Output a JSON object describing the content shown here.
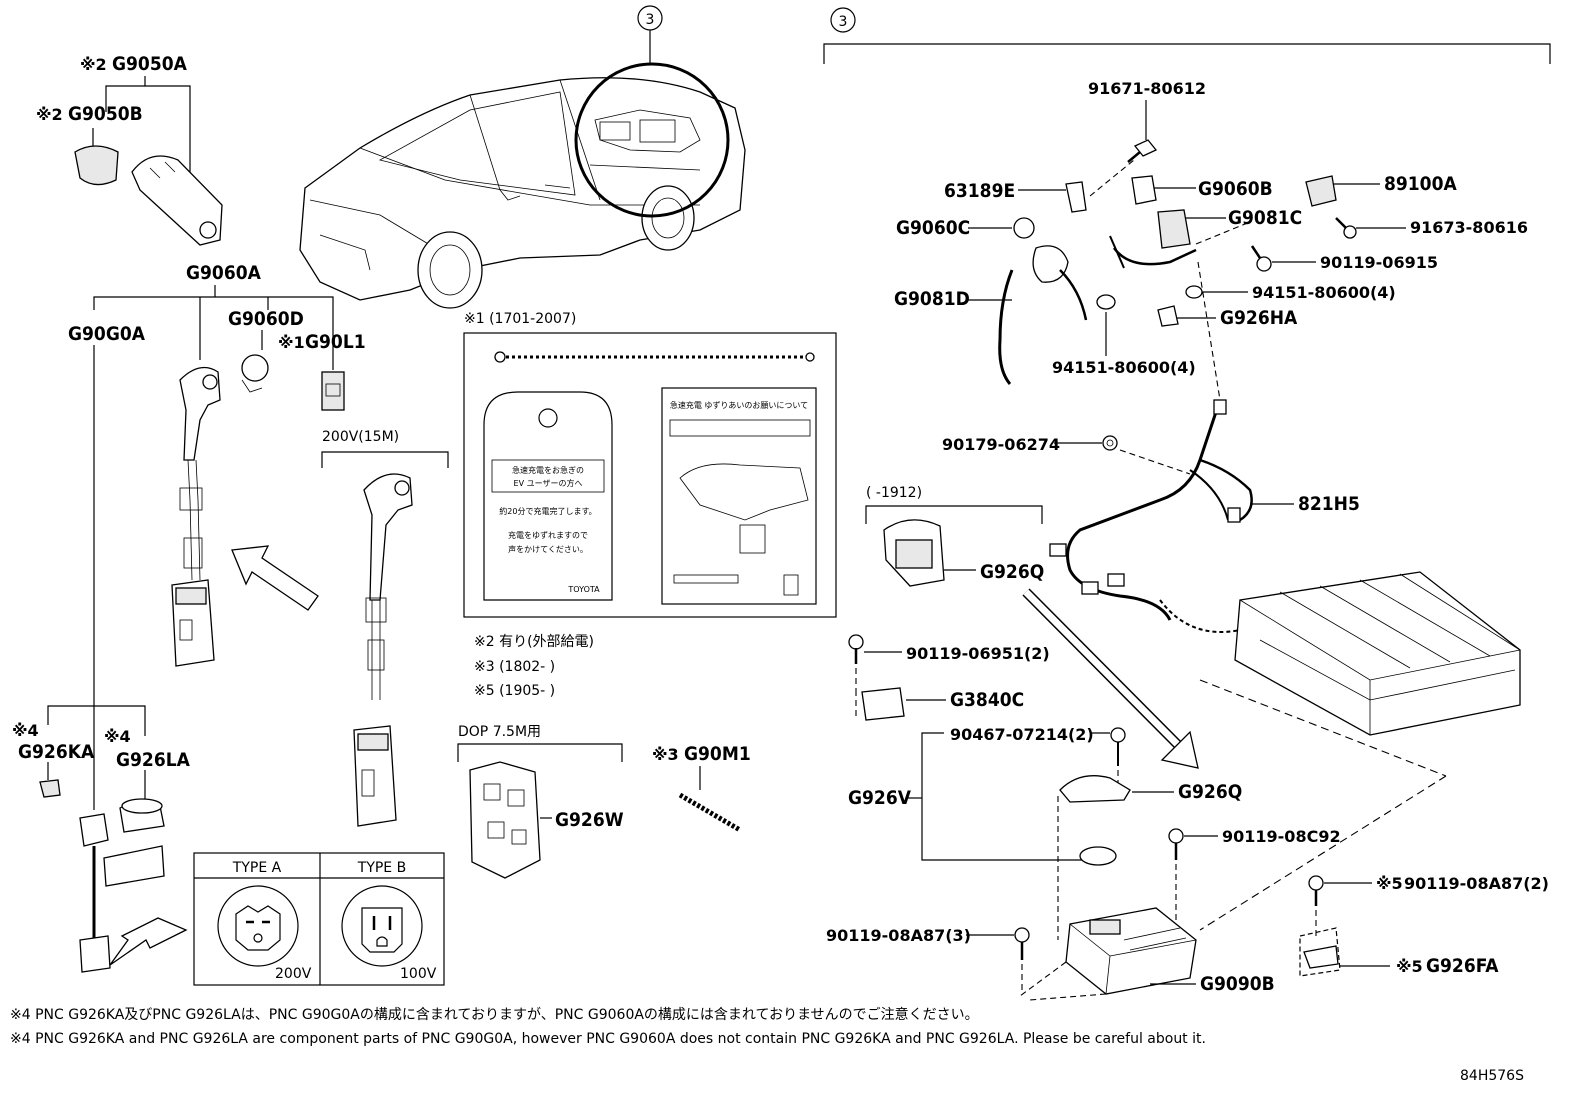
{
  "callouts": {
    "ref3_car": "3",
    "ref3_section": "3"
  },
  "parts": {
    "g9050a": "G9050A",
    "g9050b": "G9050B",
    "g9060a": "G9060A",
    "g90g0a": "G90G0A",
    "g9060d": "G9060D",
    "g90l1": "G90L1",
    "g926ka": "G926KA",
    "g926la": "G926LA",
    "g926w": "G926W",
    "g90m1": "G90M1",
    "p91671": "91671-80612",
    "p63189e": "63189E",
    "g9060b": "G9060B",
    "p89100a": "89100A",
    "g9060c": "G9060C",
    "g9081c": "G9081C",
    "p91673": "91673-80616",
    "p90119_06915": "90119-06915",
    "g9081d": "G9081D",
    "p94151_a": "94151-80600(4)",
    "g926ha": "G926HA",
    "p94151_b": "94151-80600(4)",
    "p90179": "90179-06274",
    "p821h5": "821H5",
    "g926q_a": "G926Q",
    "p90119_06951": "90119-06951(2)",
    "g3840c": "G3840C",
    "p90467": "90467-07214(2)",
    "g926v": "G926V",
    "g926q_b": "G926Q",
    "p90119_08c92": "90119-08C92",
    "p90119_08a87_2": "90119-08A87(2)",
    "p90119_08a87_3": "90119-08A87(3)",
    "g926fa": "G926FA",
    "g9090b": "G9090B"
  },
  "marks": {
    "m2": "※2",
    "m1": "※1",
    "m4": "※4",
    "m3": "※3",
    "m5": "※5"
  },
  "labels": {
    "v200_15m": "200V(15M)",
    "range_1701": "※1 (1701-2007)",
    "range_1912": "(      -1912)",
    "dop": "DOP 7.5M用",
    "note2": "※2 有り(外部給電)",
    "note3": "※3 (1802-      )",
    "note5": "※5 (1905-      )",
    "type_a": "TYPE A",
    "type_b": "TYPE B",
    "v200": "200V",
    "v100": "100V",
    "tag_jp1": "急速充電をお急ぎの",
    "tag_jp2": "EV ユーザーの方へ",
    "tag_jp3": "約20分で充電完了します。",
    "tag_jp4": "充電をゆずれますので",
    "tag_jp5": "声をかけてください。",
    "tag_brand": "TOYOTA",
    "card_title": "急速充電 ゆずりあいのお願いについて",
    "footnote_jp": "※4 PNC G926KA及びPNC G926LAは、PNC G90G0Aの構成に含まれておりますが、PNC G9060Aの構成には含まれておりませんのでご注意ください。",
    "footnote_en": "※4 PNC G926KA and PNC G926LA are component parts of PNC G90G0A, however PNC G9060A does not contain PNC G926KA and PNC G926LA. Please be careful about it.",
    "diagram_code": "84H576S"
  }
}
